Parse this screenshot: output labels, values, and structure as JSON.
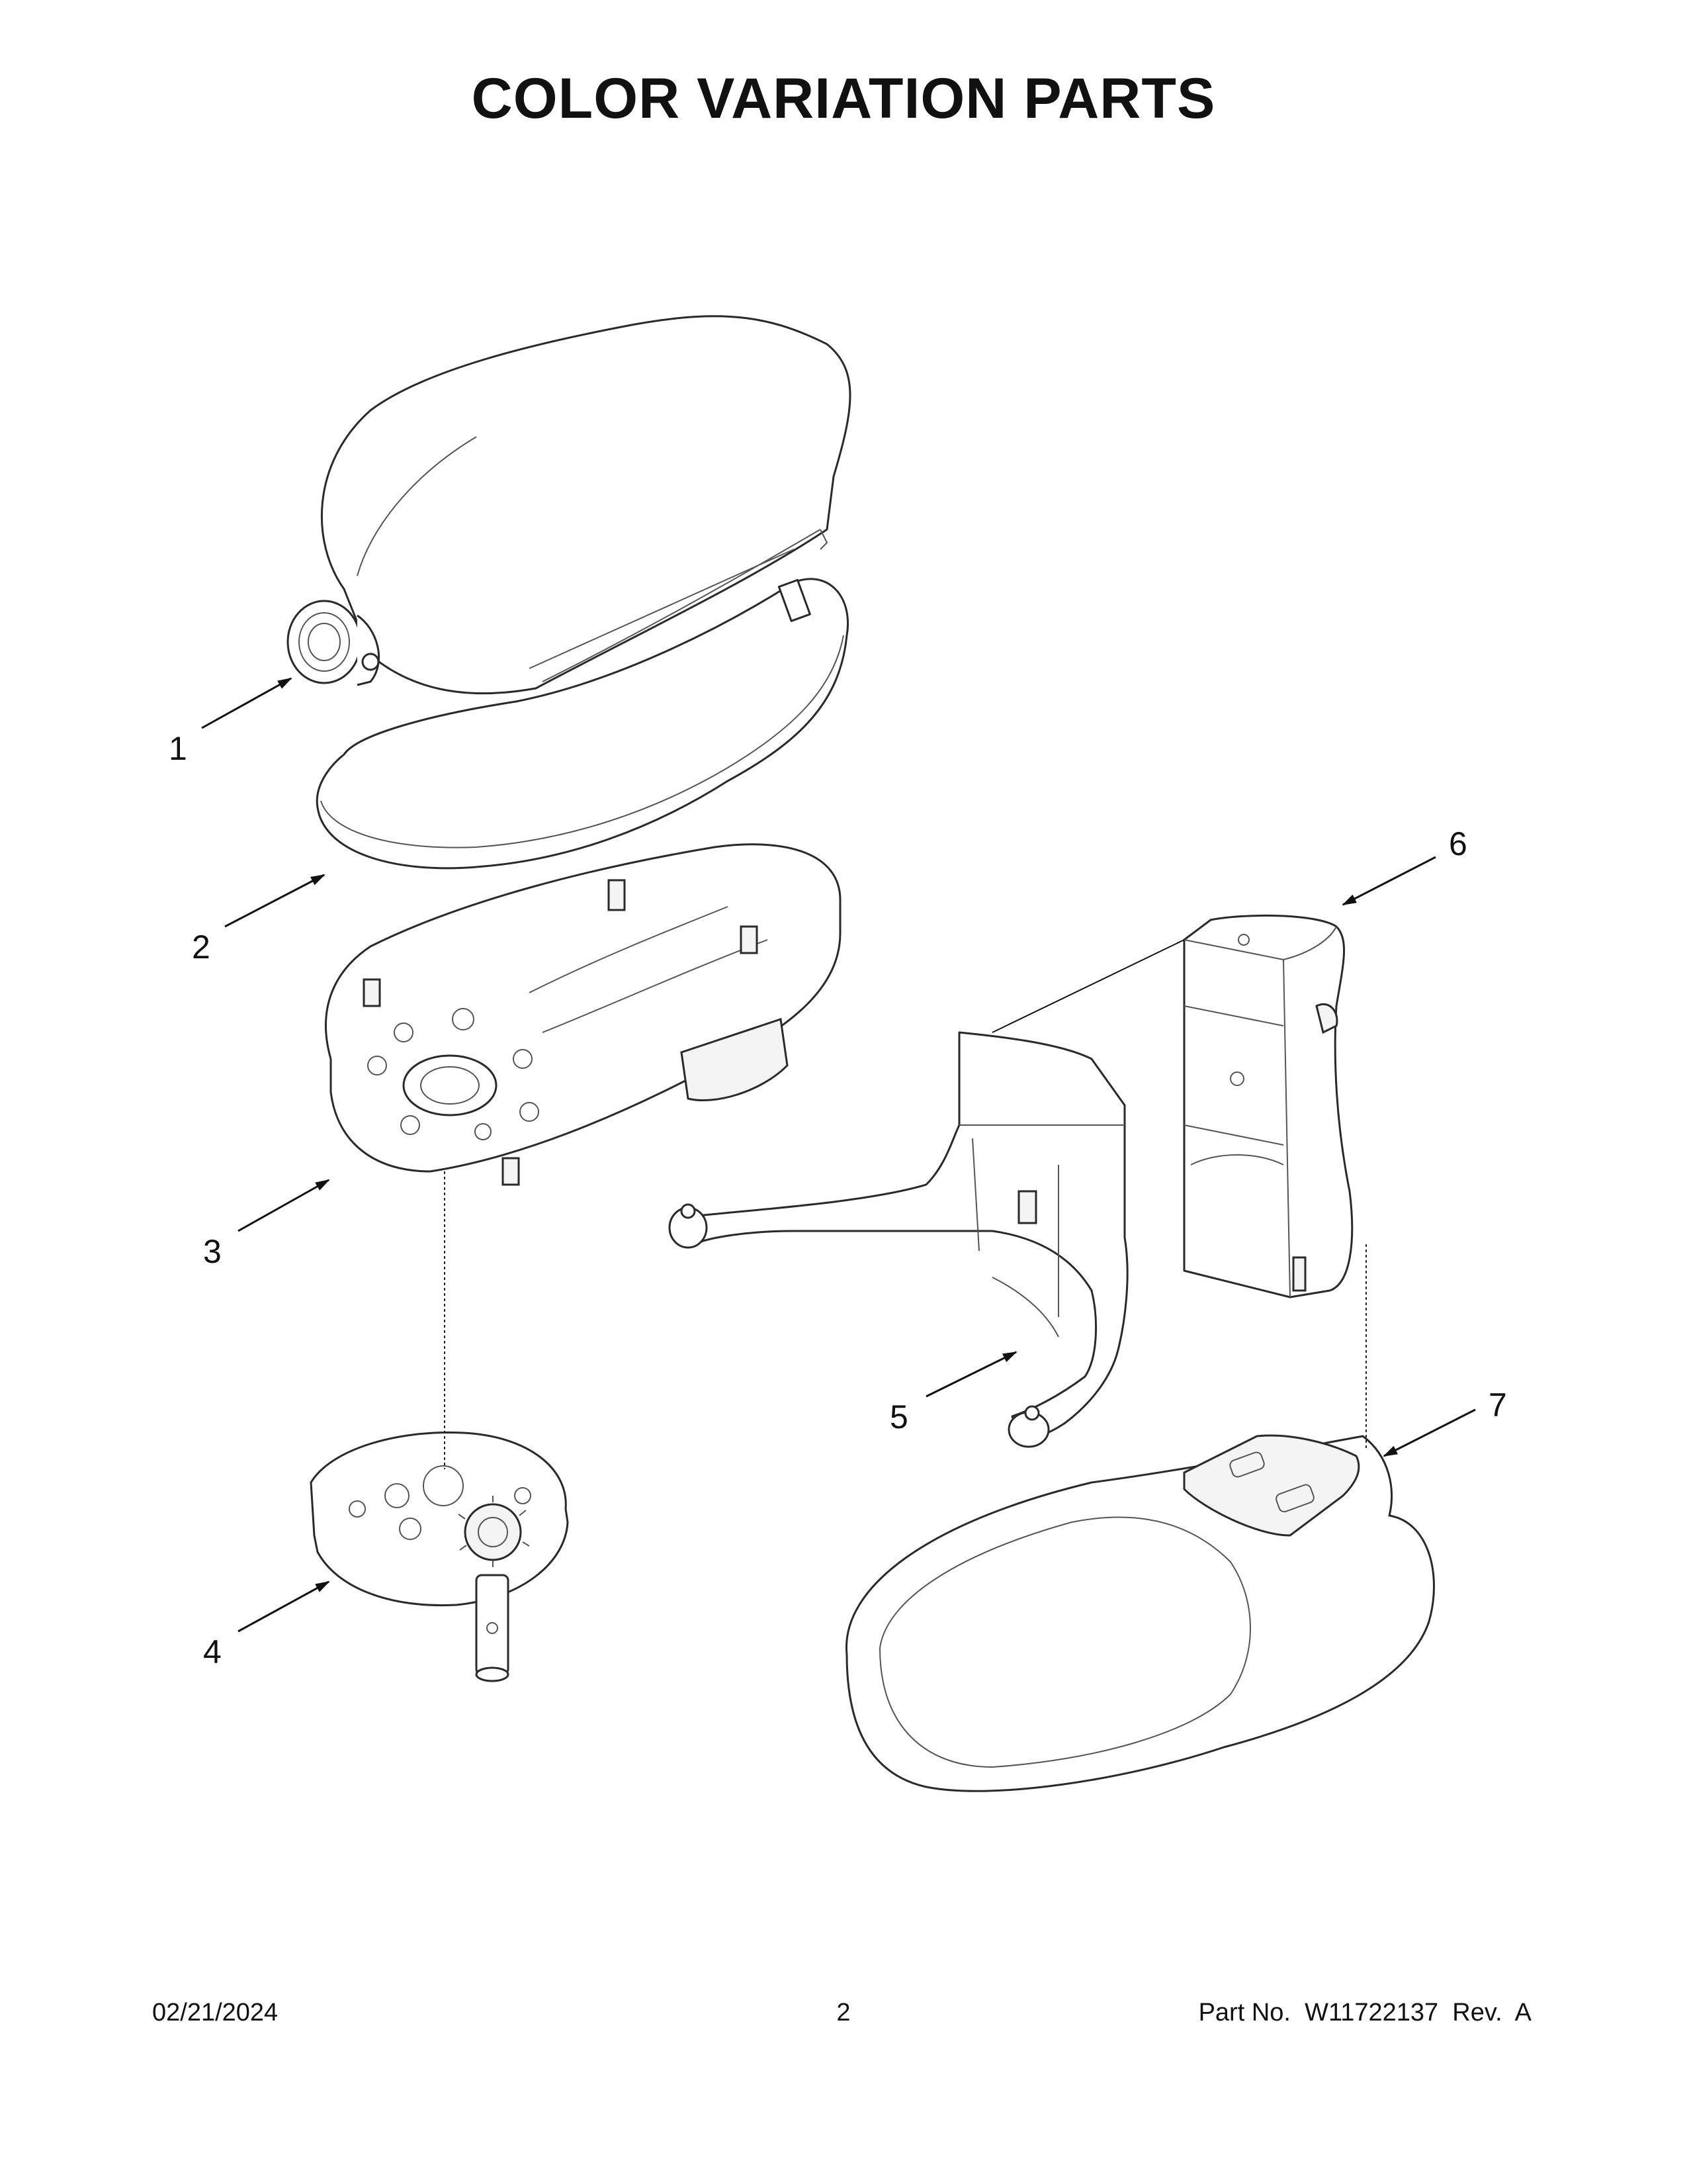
{
  "page": {
    "title": "COLOR VARIATION PARTS"
  },
  "callouts": [
    {
      "label": "1",
      "part": "head-cover-icon"
    },
    {
      "label": "2",
      "part": "gasket-icon"
    },
    {
      "label": "3",
      "part": "head-base-icon"
    },
    {
      "label": "4",
      "part": "gear-housing-icon"
    },
    {
      "label": "5",
      "part": "bowl-clamp-plate-icon"
    },
    {
      "label": "6",
      "part": "pedestal-column-icon"
    },
    {
      "label": "7",
      "part": "stand-base-icon"
    }
  ],
  "footer": {
    "date": "02/21/2024",
    "page_number": "2",
    "part_number": "Part No.  W11722137  Rev.  A"
  }
}
